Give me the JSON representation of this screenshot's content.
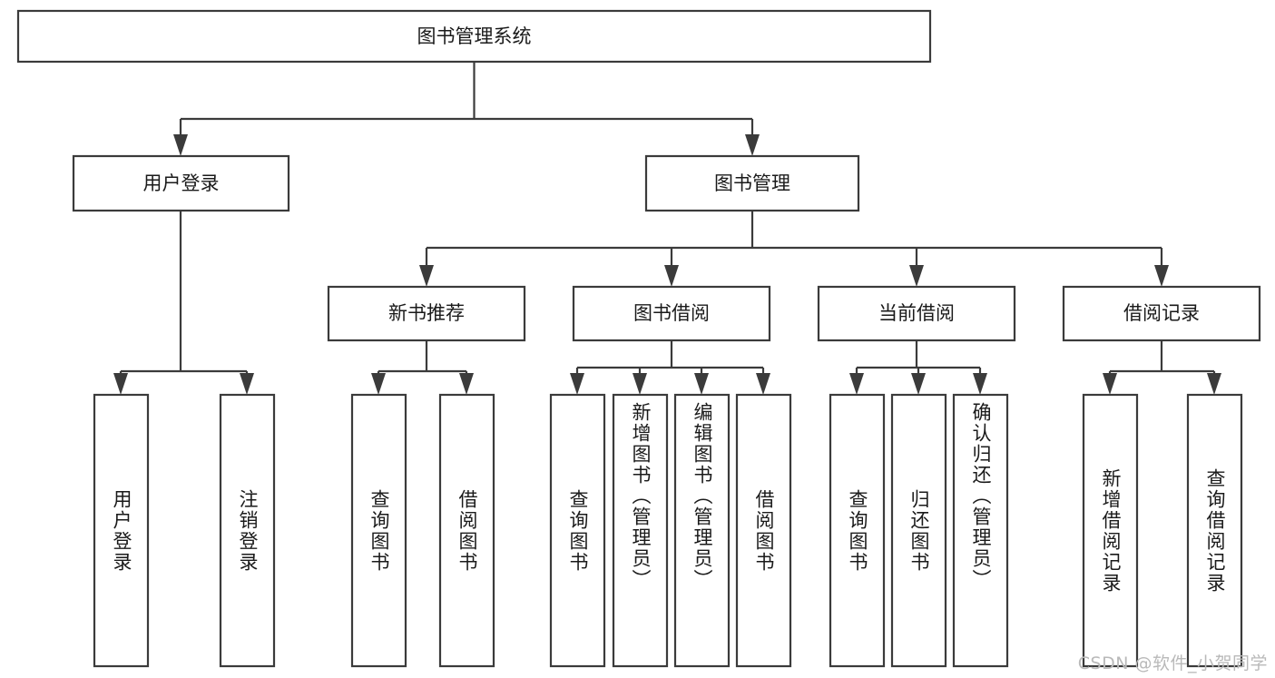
{
  "diagram": {
    "title": "图书管理系统",
    "watermark": "CSDN @软件_小贺同学",
    "type": "tree-hierarchy-chart",
    "orientation": "top-down",
    "colors": {
      "stroke": "#3b3b3b",
      "fill": "#ffffff",
      "text": "#1a1a1a",
      "watermark": "#b9b9b9"
    },
    "root": {
      "id": "root",
      "label": "图书管理系统"
    },
    "level2": [
      {
        "id": "user-login",
        "label": "用户登录"
      },
      {
        "id": "book-manage",
        "label": "图书管理"
      }
    ],
    "level3": [
      {
        "id": "new-book-recommend",
        "label": "新书推荐",
        "parent": "book-manage"
      },
      {
        "id": "book-borrow",
        "label": "图书借阅",
        "parent": "book-manage"
      },
      {
        "id": "current-borrow",
        "label": "当前借阅",
        "parent": "book-manage"
      },
      {
        "id": "borrow-record",
        "label": "借阅记录",
        "parent": "book-manage"
      }
    ],
    "leaves": {
      "user-login": [
        {
          "id": "leaf-user-login",
          "label": "用户登录"
        },
        {
          "id": "leaf-user-logout",
          "label": "注销登录"
        }
      ],
      "new-book-recommend": [
        {
          "id": "leaf-nb-query-book",
          "label": "查询图书"
        },
        {
          "id": "leaf-nb-borrow-book",
          "label": "借阅图书"
        }
      ],
      "book-borrow": [
        {
          "id": "leaf-bb-query-book",
          "label": "查询图书"
        },
        {
          "id": "leaf-bb-add-book",
          "label": "新增图书（管理员）"
        },
        {
          "id": "leaf-bb-edit-book",
          "label": "编辑图书（管理员）"
        },
        {
          "id": "leaf-bb-borrow-book",
          "label": "借阅图书"
        }
      ],
      "current-borrow": [
        {
          "id": "leaf-cb-query-book",
          "label": "查询图书"
        },
        {
          "id": "leaf-cb-return-book",
          "label": "归还图书"
        },
        {
          "id": "leaf-cb-confirm-return",
          "label": "确认归还（管理员）"
        }
      ],
      "borrow-record": [
        {
          "id": "leaf-br-add-record",
          "label": "新增借阅记录"
        },
        {
          "id": "leaf-br-query-record",
          "label": "查询借阅记录"
        }
      ]
    }
  }
}
